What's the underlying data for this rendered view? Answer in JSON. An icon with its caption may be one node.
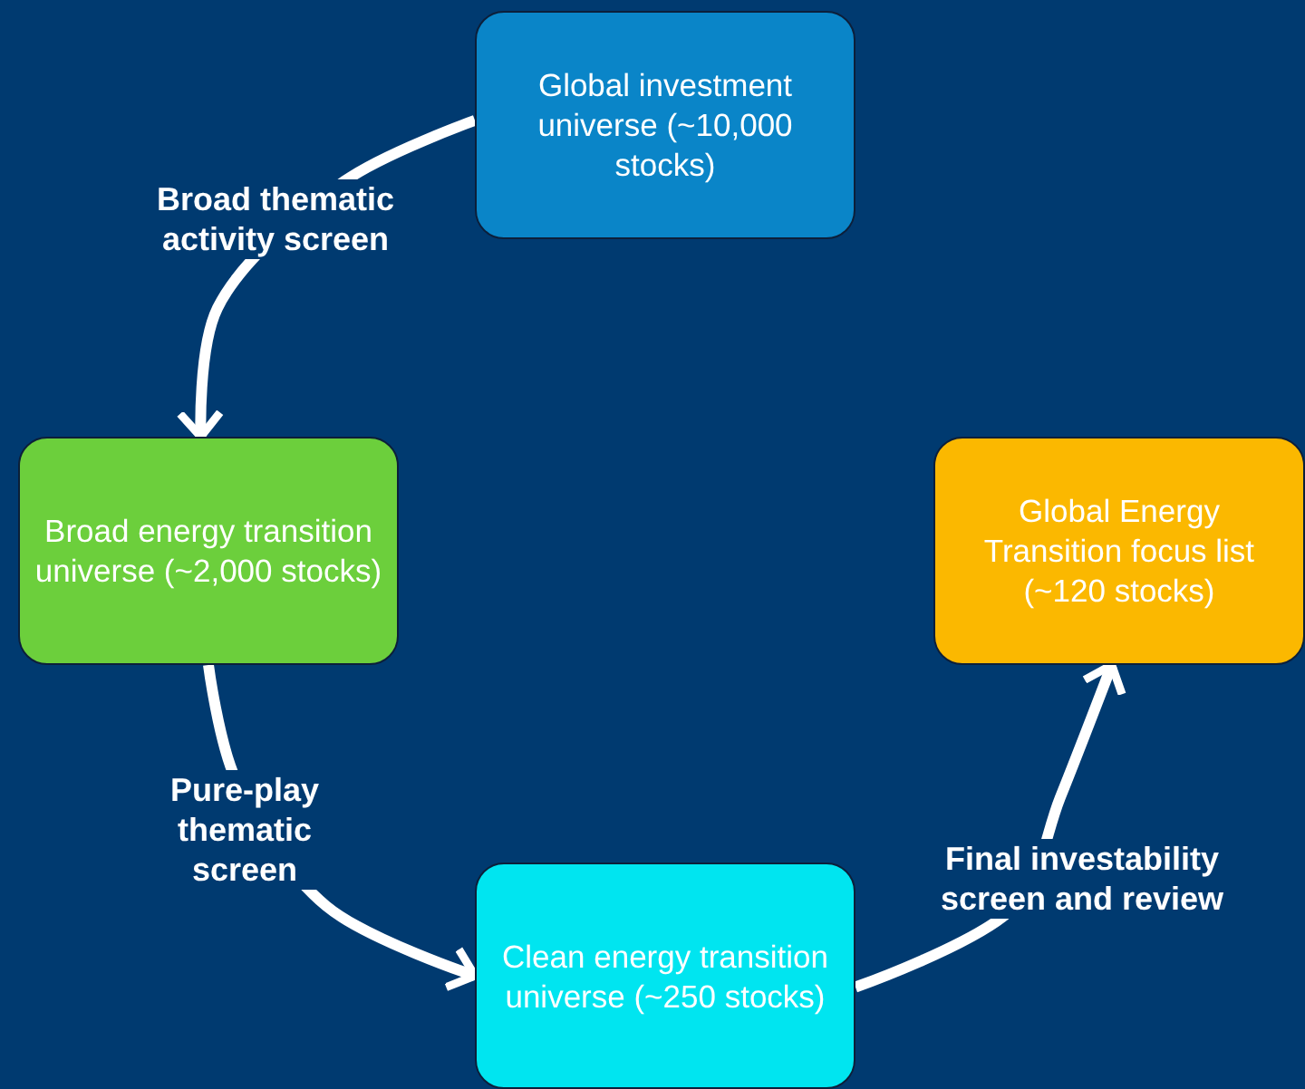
{
  "diagram": {
    "nodes": [
      {
        "text": [
          "Global investment universe (~10,000 stocks)"
        ]
      },
      {
        "text": [
          "Broad energy transition universe (~2,000 stocks)"
        ]
      },
      {
        "text": [
          "Clean energy transition universe (~250 stocks)"
        ]
      },
      {
        "text": [
          "Global Energy Transition focus list (~120 stocks)"
        ]
      }
    ],
    "edges": [
      {
        "from": 0,
        "to": 1,
        "arrow": "to",
        "label": "Broad thematic activity screen"
      },
      {
        "from": 1,
        "to": 2,
        "arrow": "to",
        "label": "Pure-play thematic screen"
      },
      {
        "from": 2,
        "to": 3,
        "arrow": "to",
        "label": "Final investability screen and review"
      }
    ]
  }
}
